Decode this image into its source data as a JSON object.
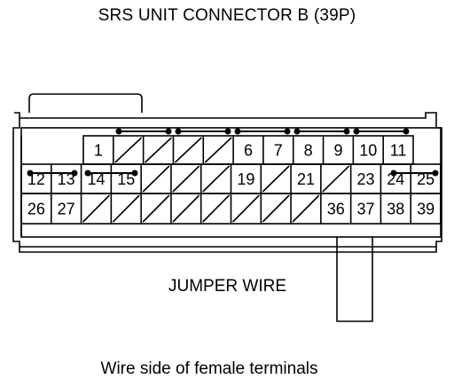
{
  "title": "SRS UNIT CONNECTOR B (39P)",
  "caption": "Wire side of female terminals",
  "jumper_label": "JUMPER WIRE",
  "rows": [
    [
      "",
      "",
      "1",
      "/",
      "/",
      "/",
      "/",
      "6",
      "7",
      "8",
      "9",
      "10",
      "11",
      "",
      ""
    ],
    [
      "12",
      "13",
      "14",
      "15",
      "/",
      "/",
      "/",
      "19",
      "/",
      "21",
      "/",
      "23",
      "24",
      "25"
    ],
    [
      "26",
      "27",
      "/",
      "/",
      "/",
      "/",
      "/",
      "/",
      "/",
      "/",
      "36",
      "37",
      "38",
      "39"
    ]
  ]
}
